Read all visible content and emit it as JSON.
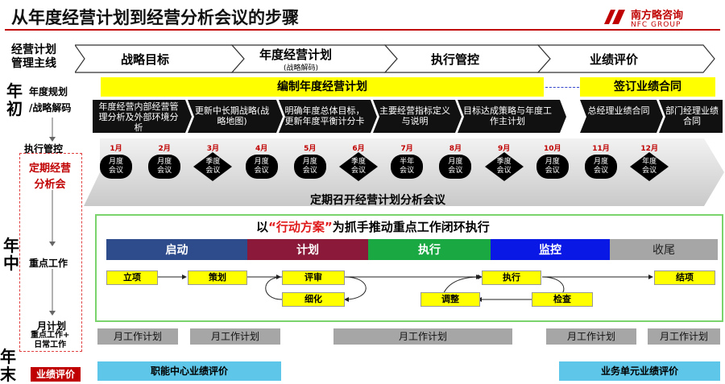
{
  "title": "从年度经营计划到经营分析会议的步骤",
  "logo": {
    "name": "南方略咨询",
    "sub": "NFC GROUP"
  },
  "left": {
    "header": "经营计划\n管理主线",
    "year_start": "年\n初",
    "year_mid": "年\n中",
    "year_end": "年\n末",
    "annual_plan": "年度规划\n/战略解码",
    "exec_control": "执行管控",
    "meeting": "定期经营\n分析会",
    "key_work": "重点工作",
    "monthly_plan": "月计划",
    "monthly_sub": "重点工作+\n日常工作",
    "perf_eval": "业绩评价"
  },
  "chevrons": [
    {
      "label": "战略目标",
      "sub": ""
    },
    {
      "label": "年度经营计划",
      "sub": "(战略解码)"
    },
    {
      "label": "执行管控",
      "sub": ""
    },
    {
      "label": "业绩评价",
      "sub": ""
    }
  ],
  "yellow_bars": {
    "plan": "编制年度经营计划",
    "contract": "签订业绩合同"
  },
  "black_steps": [
    "年度经营内部经营管理分析及外部环境分析",
    "更新中长期战略(战略地图)",
    "明确年度总体目标，更新年度平衡计分卡",
    "主要经营指标定义与说明",
    "目标达成策略与年度工作主计划",
    "总经理业绩合同",
    "部门经理业绩合同"
  ],
  "months": [
    {
      "m": "1月",
      "label": "月度\n会议",
      "shape": "pill"
    },
    {
      "m": "2月",
      "label": "月度\n会议",
      "shape": "pill"
    },
    {
      "m": "3月",
      "label": "季度\n会议",
      "shape": "diamond"
    },
    {
      "m": "4月",
      "label": "月度\n会议",
      "shape": "pill"
    },
    {
      "m": "5月",
      "label": "月度\n会议",
      "shape": "pill"
    },
    {
      "m": "6月",
      "label": "季度\n会议",
      "shape": "diamond"
    },
    {
      "m": "7月",
      "label": "半年\n会议",
      "shape": "pill"
    },
    {
      "m": "8月",
      "label": "月度\n会议",
      "shape": "pill"
    },
    {
      "m": "9月",
      "label": "季度\n会议",
      "shape": "diamond"
    },
    {
      "m": "10月",
      "label": "月度\n会议",
      "shape": "pill"
    },
    {
      "m": "11月",
      "label": "月度\n会议",
      "shape": "pill"
    },
    {
      "m": "12月",
      "label": "年度\n会议",
      "shape": "diamond"
    }
  ],
  "meeting_arrow": "定期召开经营计划分析会议",
  "action": {
    "prefix": "以",
    "highlight": "“行动方案”",
    "suffix": "为抓手推动重点工作闭环执行"
  },
  "phases": [
    {
      "label": "启动",
      "color": "#2e4b8b"
    },
    {
      "label": "计划",
      "color": "#8b1a3a"
    },
    {
      "label": "执行",
      "color": "#1aa843"
    },
    {
      "label": "监控",
      "color": "#0a18e6"
    },
    {
      "label": "收尾",
      "color": "#a6a6a6"
    }
  ],
  "steps": [
    "立项",
    "策划",
    "评审",
    "细化",
    "执行",
    "调整",
    "检查",
    "结项"
  ],
  "monthly_boxes": [
    "月工作计划",
    "月工作计划",
    "月工作计划",
    "月工作计划",
    "月工作计划"
  ],
  "bottom": {
    "func": "职能中心业绩评价",
    "bu": "业务单元业绩评价"
  }
}
